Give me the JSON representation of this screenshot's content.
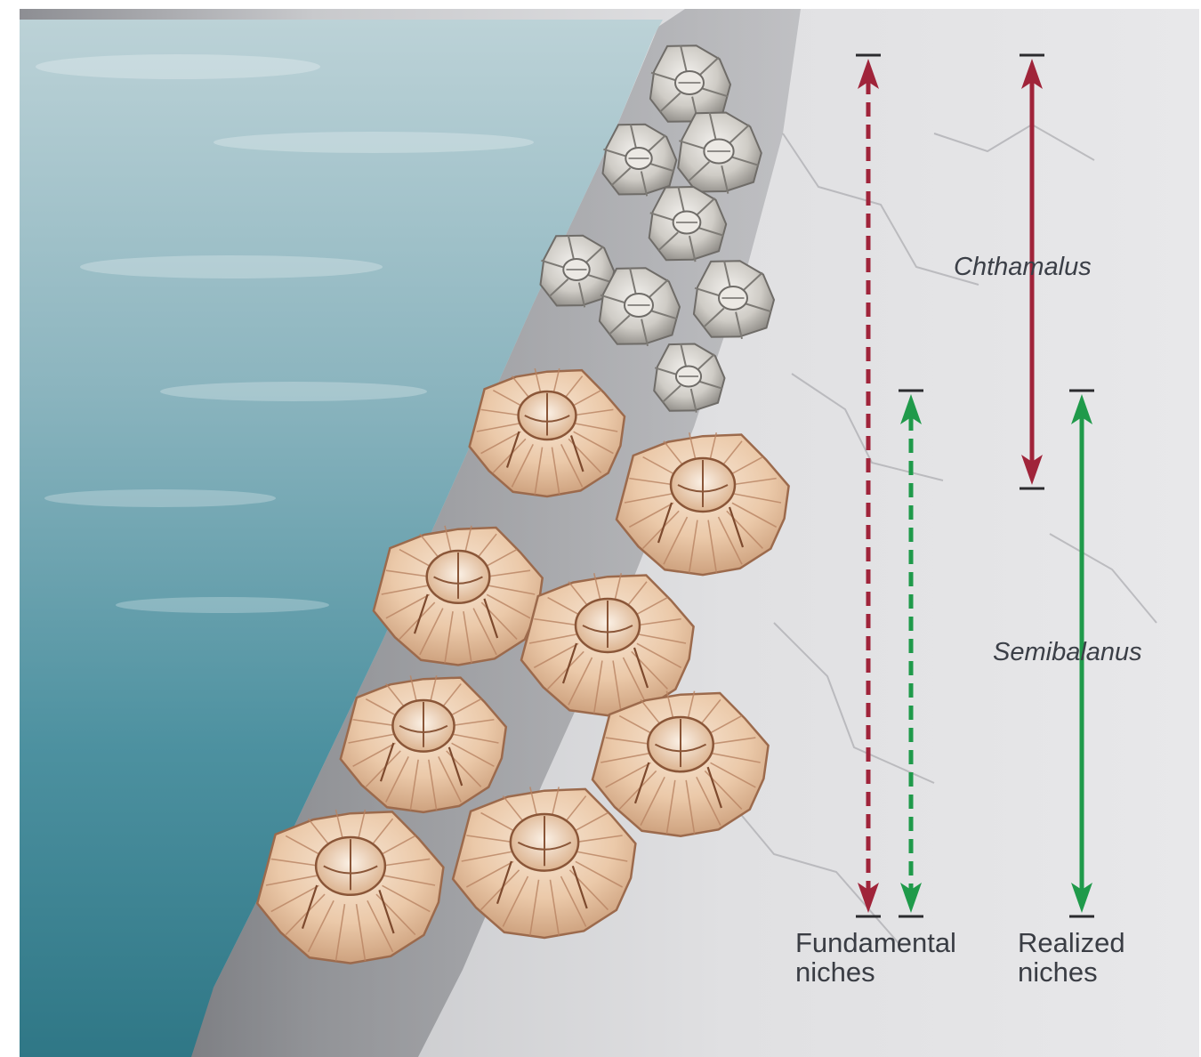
{
  "species_labels": {
    "chthamalus": "Chthamalus",
    "semibalanus": "Semibalanus"
  },
  "legend": {
    "fundamental_line1": "Fundamental",
    "fundamental_line2": "niches",
    "realized_line1": "Realized",
    "realized_line2": "niches"
  },
  "niche_bars": [
    {
      "species": "Chthamalus",
      "niche": "fundamental",
      "style": "dashed",
      "color": "#a0243a"
    },
    {
      "species": "Semibalanus",
      "niche": "fundamental",
      "style": "dashed",
      "color": "#1f9a4a"
    },
    {
      "species": "Chthamalus",
      "niche": "realized",
      "style": "solid",
      "color": "#a0243a"
    },
    {
      "species": "Semibalanus",
      "niche": "realized",
      "style": "solid",
      "color": "#1f9a4a"
    }
  ],
  "colors": {
    "water": "#3f8797",
    "rock": "#dcdcde",
    "chthamalus_shell": "#c9c6c1",
    "semibalanus_shell": "#e8c9ac",
    "chthamalus_arrow": "#a0243a",
    "semibalanus_arrow": "#1f9a4a"
  }
}
